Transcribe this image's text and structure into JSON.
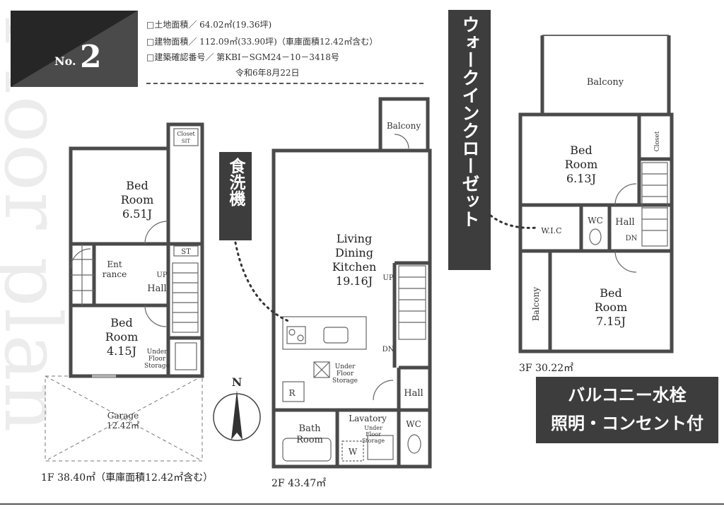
{
  "watermark": "Floor plan",
  "badge": {
    "prefix": "No.",
    "number": "2"
  },
  "info": {
    "land_area": "□土地面積／ 64.02㎡(19.36坪)",
    "building_area": "□建物面積／ 112.09㎡(33.90坪)（車庫面積12.42㎡含む）",
    "permit_no": "□建築確認番号／ 第KBI－SGM24－10－3418号",
    "permit_date": "令和6年8月22日"
  },
  "banners": {
    "dishwasher": "食洗機",
    "walk_in_closet": "ウォークインクローゼット",
    "balcony_line1": "バルコニー水栓",
    "balcony_line2": "照明・コンセント付"
  },
  "floor1": {
    "area": "1F 38.40㎡（車庫面積12.42㎡含む）",
    "rooms": {
      "bed1_l1": "Bed",
      "bed1_l2": "Room",
      "bed1_size": "6.51J",
      "bed2_l1": "Bed",
      "bed2_l2": "Room",
      "bed2_size": "4.15J",
      "entrance_l1": "Ent",
      "entrance_l2": "rance",
      "hall": "Hall",
      "up": "UP",
      "st": "ST",
      "closet_l1": "Closet",
      "closet_l2": "SIT",
      "under_l1": "Under",
      "under_l2": "Floor",
      "under_l3": "Storage",
      "garage": "Garage",
      "garage_area": "12.42㎡"
    }
  },
  "floor2": {
    "area": "2F 43.47㎡",
    "rooms": {
      "ldk_l1": "Living",
      "ldk_l2": "Dining",
      "ldk_l3": "Kitchen",
      "ldk_size": "19.16J",
      "balcony": "Balcony",
      "up": "UP",
      "dn": "DN",
      "under_l1": "Under",
      "under_l2": "Floor",
      "under_l3": "Storage",
      "r": "R",
      "hall": "Hall",
      "wc": "WC",
      "bath_l1": "Bath",
      "bath_l2": "Room",
      "lavatory": "Lavatory",
      "lav_under_l1": "Under",
      "lav_under_l2": "Floor",
      "lav_under_l3": "Storage",
      "w": "W"
    }
  },
  "floor3": {
    "area": "3F 30.22㎡",
    "rooms": {
      "balcony_top": "Balcony",
      "bed1_l1": "Bed",
      "bed1_l2": "Room",
      "bed1_size": "6.13J",
      "closet": "Closet",
      "wic": "W.I.C",
      "wc": "WC",
      "hall": "Hall",
      "dn": "DN",
      "balcony_side": "Balcony",
      "bed2_l1": "Bed",
      "bed2_l2": "Room",
      "bed2_size": "7.15J"
    }
  },
  "compass": {
    "north": "N"
  }
}
